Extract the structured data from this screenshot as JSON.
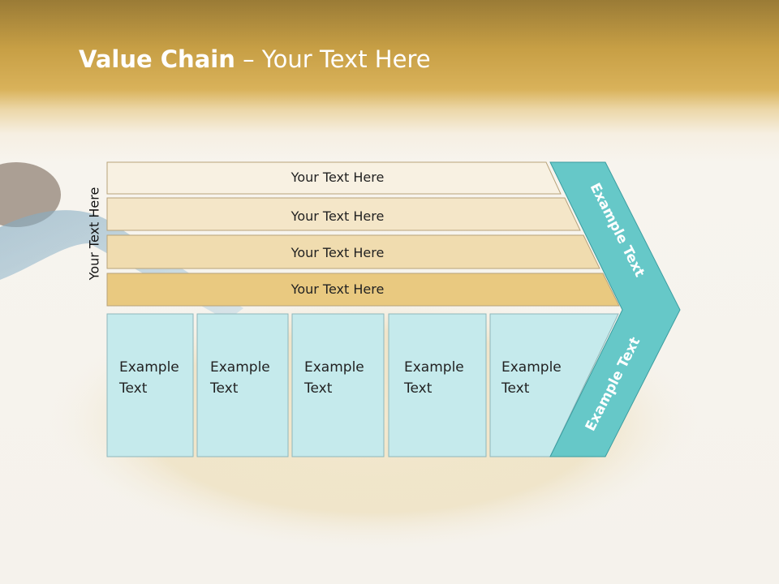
{
  "slide": {
    "title_bold": "Value Chain",
    "title_rest": " – Your Text Here",
    "vertical_label": "Your Text Here"
  },
  "bars": [
    {
      "label": "Your Text Here",
      "color": "#f8f1e2"
    },
    {
      "label": "Your Text Here",
      "color": "#f4e6c8"
    },
    {
      "label": "Your Text Here",
      "color": "#f0dcaf"
    },
    {
      "label": "Your Text Here",
      "color": "#e9c980"
    }
  ],
  "boxes": [
    {
      "line1": "Example",
      "line2": "Text"
    },
    {
      "line1": "Example",
      "line2": "Text"
    },
    {
      "line1": "Example",
      "line2": "Text"
    },
    {
      "line1": "Example",
      "line2": "Text"
    },
    {
      "line1": "Example",
      "line2": "Text"
    }
  ],
  "chevron": {
    "upper_label": "Example Text",
    "lower_label": "Example Text",
    "color": "#66c8c8"
  },
  "colors": {
    "box_fill": "#c5eaec",
    "header_gold": "#d4ab52"
  }
}
